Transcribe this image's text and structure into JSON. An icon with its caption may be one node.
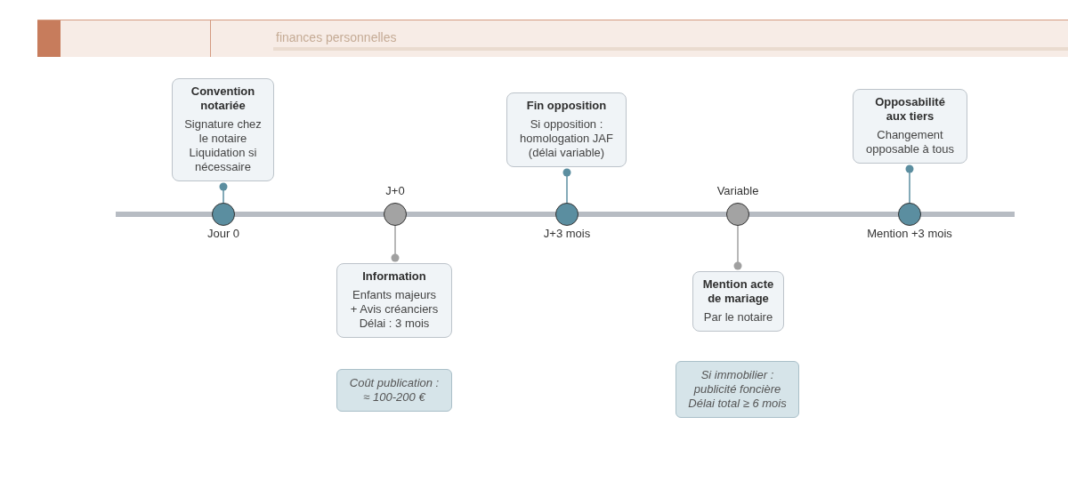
{
  "diagram": {
    "nodes": [
      {
        "text": [
          "Convention notariée",
          "Signature chez le notaire Liquidation si nécessaire"
        ]
      },
      {
        "text": [
          "Fin opposition",
          "Si opposition : homologation JAF (délai variable)"
        ]
      },
      {
        "text": [
          "Opposabilité aux tiers",
          "Changement opposable à tous"
        ]
      },
      {
        "text": [],
        "shape": "circle",
        "beside": [
          "Jour 0"
        ]
      },
      {
        "text": [],
        "shape": "circle",
        "beside": [
          "J+0"
        ]
      },
      {
        "text": [],
        "shape": "circle",
        "beside": [
          "J+3 mois"
        ]
      },
      {
        "text": [],
        "shape": "circle",
        "beside": [
          "Variable"
        ]
      },
      {
        "text": [],
        "shape": "circle",
        "beside": [
          "Mention +3 mois"
        ]
      },
      {
        "text": [
          "Information",
          "Enfants majeurs + Avis créanciers Délai : 3 mois"
        ]
      },
      {
        "text": [
          "Mention acte de mariage",
          "Par le notaire"
        ]
      },
      {
        "text": [
          "Coût publication : ≈ 100-200 €"
        ]
      },
      {
        "text": [
          "Si immobilier : publicité foncière Délai total ≥ 6 mois"
        ]
      }
    ],
    "edges": [
      {
        "from": 3,
        "to": 0,
        "arrow": "other"
      },
      {
        "from": 4,
        "to": 8,
        "arrow": "other",
        "color": "#a0a0a0"
      },
      {
        "from": 5,
        "to": 1,
        "arrow": "other"
      },
      {
        "from": 6,
        "to": 9,
        "arrow": "other",
        "color": "#a0a0a0"
      },
      {
        "from": 7,
        "to": 2,
        "arrow": "other"
      }
    ],
    "labels": [
      "finances personnelles"
    ]
  }
}
